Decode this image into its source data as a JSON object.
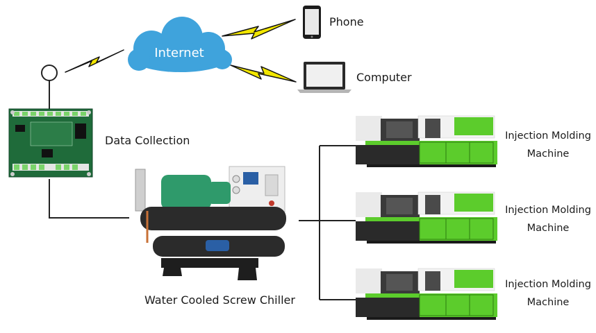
{
  "nodes": {
    "internet": "Internet",
    "phone": "Phone",
    "computer": "Computer",
    "data_collection": "Data Collection",
    "chiller": "Water Cooled Screw Chiller",
    "machines": [
      {
        "line1": "Injection Molding",
        "line2": "Machine"
      },
      {
        "line1": "Injection Molding",
        "line2": "Machine"
      },
      {
        "line1": "Injection Molding",
        "line2": "Machine"
      }
    ]
  },
  "colors": {
    "cloud": "#3fa3dc",
    "lightning": "#f2e600",
    "link_line": "#222222",
    "machine_green": "#5ccc2c",
    "chiller_green": "#2f9a6b",
    "chiller_body": "#2b2b2b",
    "pcb_green": "#1f6b3a"
  },
  "icons": [
    "cloud-icon",
    "lightning-icon",
    "phone-icon",
    "laptop-icon",
    "antenna-icon",
    "circuit-board-icon",
    "chiller-icon",
    "injection-molding-machine-icon"
  ]
}
